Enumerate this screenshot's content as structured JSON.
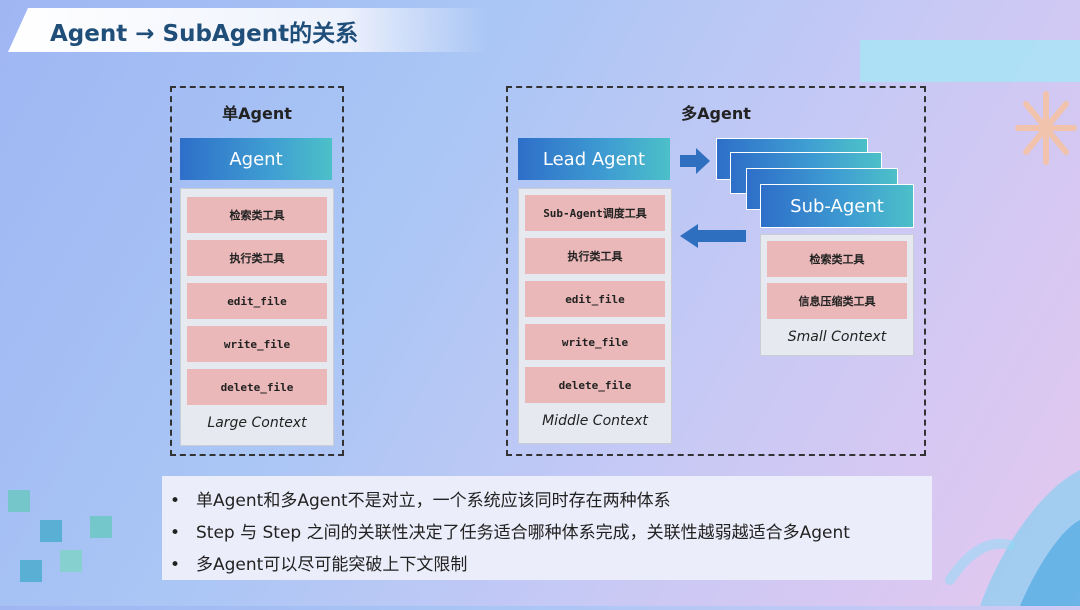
{
  "title": "Agent → SubAgent的关系",
  "single_agent": {
    "panel_title": "单Agent",
    "agent_label": "Agent",
    "tools": [
      "检索类工具",
      "执行类工具",
      "edit_file",
      "write_file",
      "delete_file"
    ],
    "context_label": "Large Context"
  },
  "multi_agent": {
    "panel_title": "多Agent",
    "lead_label": "Lead Agent",
    "lead_tools": [
      "Sub-Agent调度工具",
      "执行类工具",
      "edit_file",
      "write_file",
      "delete_file"
    ],
    "lead_context_label": "Middle Context",
    "sub_label": "Sub-Agent",
    "sub_tools": [
      "检索类工具",
      "信息压缩类工具"
    ],
    "sub_context_label": "Small Context"
  },
  "bullets": [
    "单Agent和多Agent不是对立，一个系统应该同时存在两种体系",
    "Step 与 Step 之间的关联性决定了任务适合哪种体系完成，关联性越弱越适合多Agent",
    "多Agent可以尽可能突破上下文限制"
  ],
  "colors": {
    "agent_gradient_start": "#2e6fc9",
    "agent_gradient_end": "#4cc0c8",
    "tool_fill": "#eab8b8",
    "title_text": "#1f4e79",
    "arrow": "#2f6fc0"
  }
}
